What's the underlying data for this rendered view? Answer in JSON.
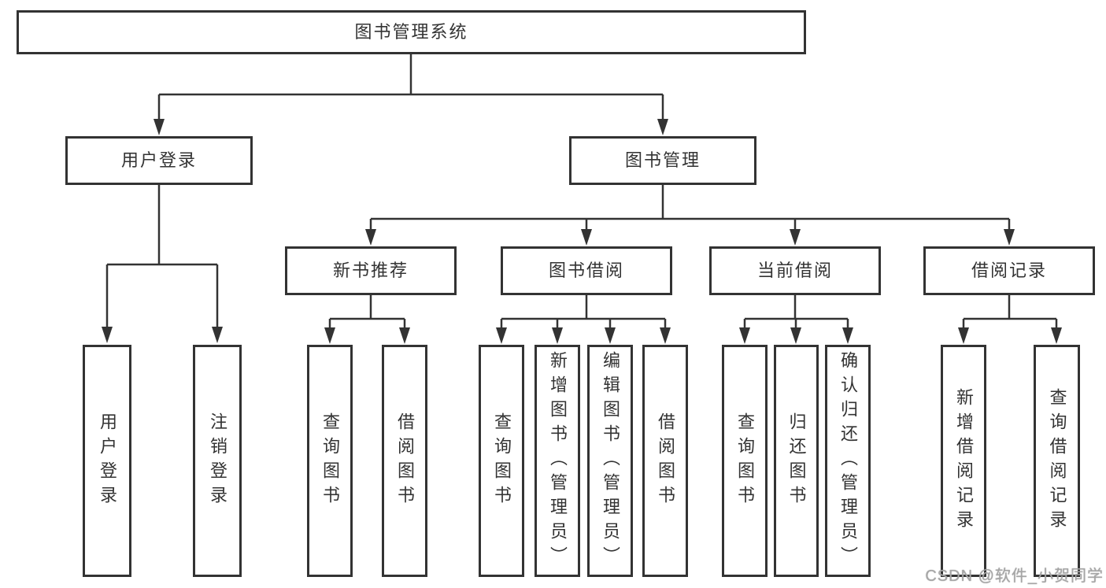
{
  "diagram": {
    "title": "图书管理系统",
    "watermark": "CSDN @软件_小贺同学",
    "colors": {
      "line": "#333333",
      "text": "#333333",
      "background": "#ffffff",
      "watermark": "#a6a6a6"
    },
    "nodes": {
      "root": {
        "label": "图书管理系统",
        "level": 1
      },
      "userLogin": {
        "label": "用户登录",
        "level": 2
      },
      "bookMgmt": {
        "label": "图书管理",
        "level": 2
      },
      "newBookRec": {
        "label": "新书推荐",
        "level": 3
      },
      "bookBorrow": {
        "label": "图书借阅",
        "level": 3
      },
      "currentBorrow": {
        "label": "当前借阅",
        "level": 3
      },
      "borrowRecord": {
        "label": "借阅记录",
        "level": 3
      },
      "leafUserLogin": {
        "label": "用户登录",
        "level": 4
      },
      "leafLogout": {
        "label": "注销登录",
        "level": 4
      },
      "leafQueryBook1": {
        "label": "查询图书",
        "level": 4
      },
      "leafBorrowBook1": {
        "label": "借阅图书",
        "level": 4
      },
      "leafQueryBook2": {
        "label": "查询图书",
        "level": 4
      },
      "leafAddBook": {
        "label": "新增图书（管理员）",
        "level": 4
      },
      "leafEditBook": {
        "label": "编辑图书（管理员）",
        "level": 4
      },
      "leafBorrowBook2": {
        "label": "借阅图书",
        "level": 4
      },
      "leafQueryBook3": {
        "label": "查询图书",
        "level": 4
      },
      "leafReturnBook": {
        "label": "归还图书",
        "level": 4
      },
      "leafConfirmReturn": {
        "label": "确认归还（管理员）",
        "level": 4
      },
      "leafAddRecord": {
        "label": "新增借阅记录",
        "level": 4
      },
      "leafQueryRecord": {
        "label": "查询借阅记录",
        "level": 4
      }
    }
  }
}
